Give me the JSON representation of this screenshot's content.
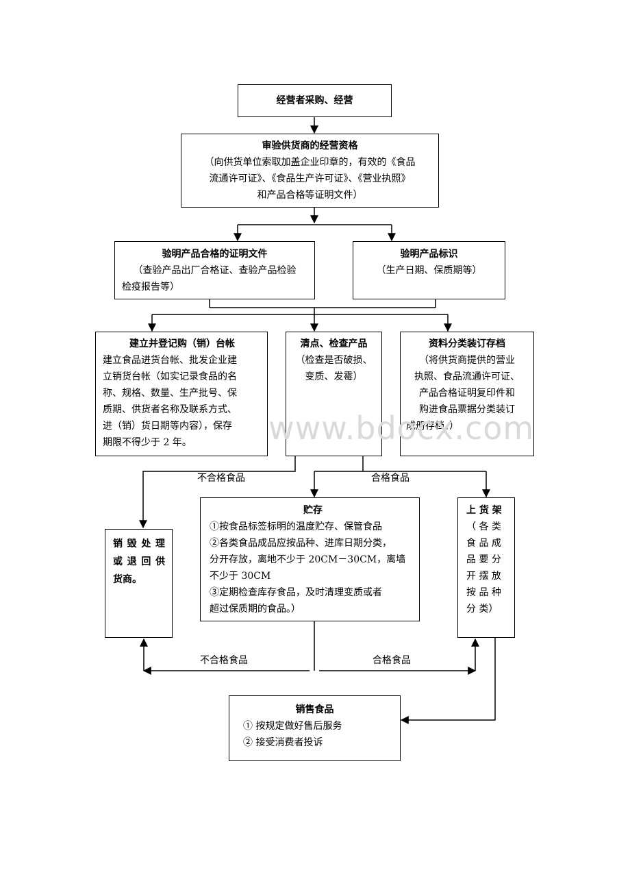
{
  "nodes": {
    "operator": {
      "title": "经营者采购、经营"
    },
    "audit": {
      "title": "审验供货商的经营资格",
      "lines": [
        "（向供货单位索取加盖企业印章的，有效的《食品",
        "流通许可证》、《食品生产许可证》、《营业执照》",
        "和产品合格等证明文件）"
      ]
    },
    "certificate": {
      "title": "验明产品合格的证明文件",
      "lines": [
        "（查验产品出厂合格证、查验产品检验",
        "检疫报告等）"
      ]
    },
    "label": {
      "title": "验明产品标识",
      "lines": [
        "（生产日期、保质期等）"
      ]
    },
    "ledger": {
      "title": "建立并登记购（销）台帐",
      "lines": [
        "建立食品进货台帐、批发企业建",
        "立销货台帐（如实记录食品的名",
        "称、规格、数量、生产批号、保",
        "质期、供货者名称及联系方式、",
        "进（销）货日期等内容），保存",
        "期限不得少于 2 年。"
      ]
    },
    "inspect": {
      "title": "清点、检查产品",
      "lines": [
        "（检查是否破损、",
        "变质、发霉）"
      ]
    },
    "archive": {
      "title": "资料分类装订存档",
      "lines": [
        "（将供货商提供的营业",
        "执照、食品流通许可证、",
        "产品合格证明复印件和",
        "购进食品票据分类装订",
        "成册存档。）"
      ]
    },
    "destroy": {
      "lines": [
        "销毁处理",
        "或退回供",
        "货商。"
      ]
    },
    "storage": {
      "title": "贮存",
      "lines": [
        "①按食品标签标明的温度贮存、保管食品",
        "②各类食品成品应按品种、进库日期分类，",
        "分开存放，离地不少于 20CM－30CM，离墙",
        "不少于 30CM",
        "③定期检查库存食品，及时清理变质或者",
        "超过保质期的食品。）"
      ]
    },
    "shelf": {
      "title": "上 货 架",
      "lines": [
        "（ 各 类",
        "食 品 成",
        "品 要 分",
        "开 摆 放",
        "按 品 种",
        "分 类）"
      ]
    },
    "sales": {
      "title": "销售食品",
      "lines": [
        "①   按规定做好售后服务",
        "②    接受消费者投诉"
      ]
    }
  },
  "edge_labels": {
    "unqualified_top": "不合格食品",
    "qualified_top": "合格食品",
    "unqualified_bottom": "不合格食品",
    "qualified_bottom": "合格食品"
  },
  "watermark": "www.bdocx.com"
}
